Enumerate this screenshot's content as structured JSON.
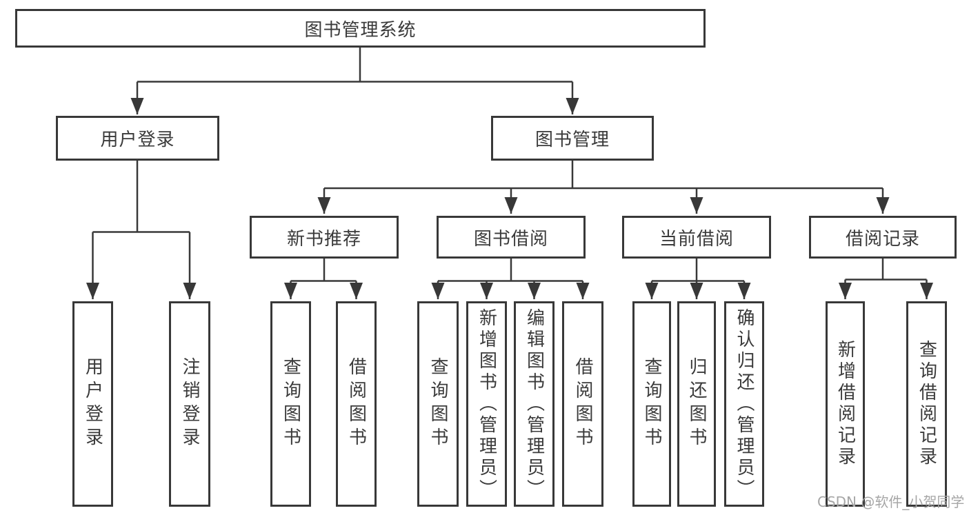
{
  "diagram_type": "hierarchy-tree",
  "colors": {
    "background": "#ffffff",
    "line": "#383838",
    "box_border": "#383838",
    "text": "#3a3a3a",
    "watermark": "#a6a6a6"
  },
  "watermark": {
    "text": "CSDN @软件_小贺同学"
  },
  "tree": {
    "label": "图书管理系统",
    "children": [
      {
        "label": "用户登录",
        "children": [
          {
            "label": "用户登录"
          },
          {
            "label": "注销登录"
          }
        ]
      },
      {
        "label": "图书管理",
        "children": [
          {
            "label": "新书推荐",
            "children": [
              {
                "label": "查询图书"
              },
              {
                "label": "借阅图书"
              }
            ]
          },
          {
            "label": "图书借阅",
            "children": [
              {
                "label": "查询图书"
              },
              {
                "label": "新增图书（管理员）"
              },
              {
                "label": "编辑图书（管理员）"
              },
              {
                "label": "借阅图书"
              }
            ]
          },
          {
            "label": "当前借阅",
            "children": [
              {
                "label": "查询图书"
              },
              {
                "label": "归还图书"
              },
              {
                "label": "确认归还（管理员）"
              }
            ]
          },
          {
            "label": "借阅记录",
            "children": [
              {
                "label": "新增借阅记录"
              },
              {
                "label": "查询借阅记录"
              }
            ]
          }
        ]
      }
    ]
  }
}
